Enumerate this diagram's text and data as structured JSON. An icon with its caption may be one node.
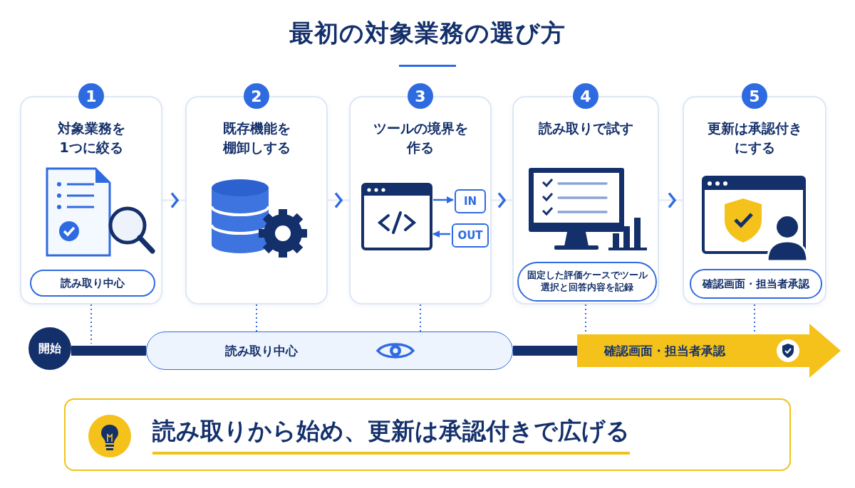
{
  "diagram": {
    "title": "最初の対象業務の選び方",
    "nodes": [
      {
        "text": [
          "1",
          "対象業務を1つに絞る"
        ]
      },
      {
        "text": [
          "読み取り中心"
        ],
        "in": 0
      },
      {
        "text": [
          "2",
          "既存機能を棚卸しする"
        ]
      },
      {
        "text": [
          "3",
          "ツールの境界を作る"
        ]
      },
      {
        "text": [],
        "shape": "picture",
        "in": 3
      },
      {
        "text": [
          "IN"
        ],
        "in": 3
      },
      {
        "text": [
          "OUT"
        ],
        "in": 3
      },
      {
        "text": [
          "4",
          "読み取りで試す"
        ]
      },
      {
        "text": [
          "固定した評価ケースでツール選択と回答内容を記録"
        ],
        "in": 7
      },
      {
        "text": [
          "5",
          "更新は承認付きにする"
        ]
      },
      {
        "text": [
          "確認画面・担当者承認"
        ],
        "in": 9
      },
      {
        "text": [
          "開始"
        ]
      },
      {
        "text": [
          "読み取り中心"
        ]
      },
      {
        "text": [
          "確認画面・担当者承認"
        ]
      },
      {
        "text": [
          "読み取りから始め、更新は承認付きで広げる"
        ]
      }
    ],
    "edges": [
      {
        "from": 0,
        "to": 2,
        "arrow": "to"
      },
      {
        "from": 2,
        "to": 3,
        "arrow": "to"
      },
      {
        "from": 3,
        "to": 7,
        "arrow": "to"
      },
      {
        "from": 7,
        "to": 9,
        "arrow": "to"
      },
      {
        "from": 4,
        "to": 5,
        "arrow": "to"
      },
      {
        "from": 6,
        "to": 4,
        "arrow": "to"
      },
      {
        "from": 0,
        "to": null,
        "arrow": "none",
        "style": "dashed"
      },
      {
        "from": 2,
        "to": 12,
        "arrow": "none",
        "style": "dashed"
      },
      {
        "from": 3,
        "to": 12,
        "arrow": "none",
        "style": "dashed"
      },
      {
        "from": 7,
        "to": 13,
        "arrow": "none",
        "style": "dashed"
      },
      {
        "from": 9,
        "to": 13,
        "arrow": "none",
        "style": "dashed"
      },
      {
        "from": 11,
        "to": 12,
        "arrow": "none",
        "style": "thick",
        "color": "#14306b"
      },
      {
        "from": 12,
        "to": 13,
        "arrow": "none",
        "style": "thick",
        "color": "#14306b"
      }
    ]
  }
}
